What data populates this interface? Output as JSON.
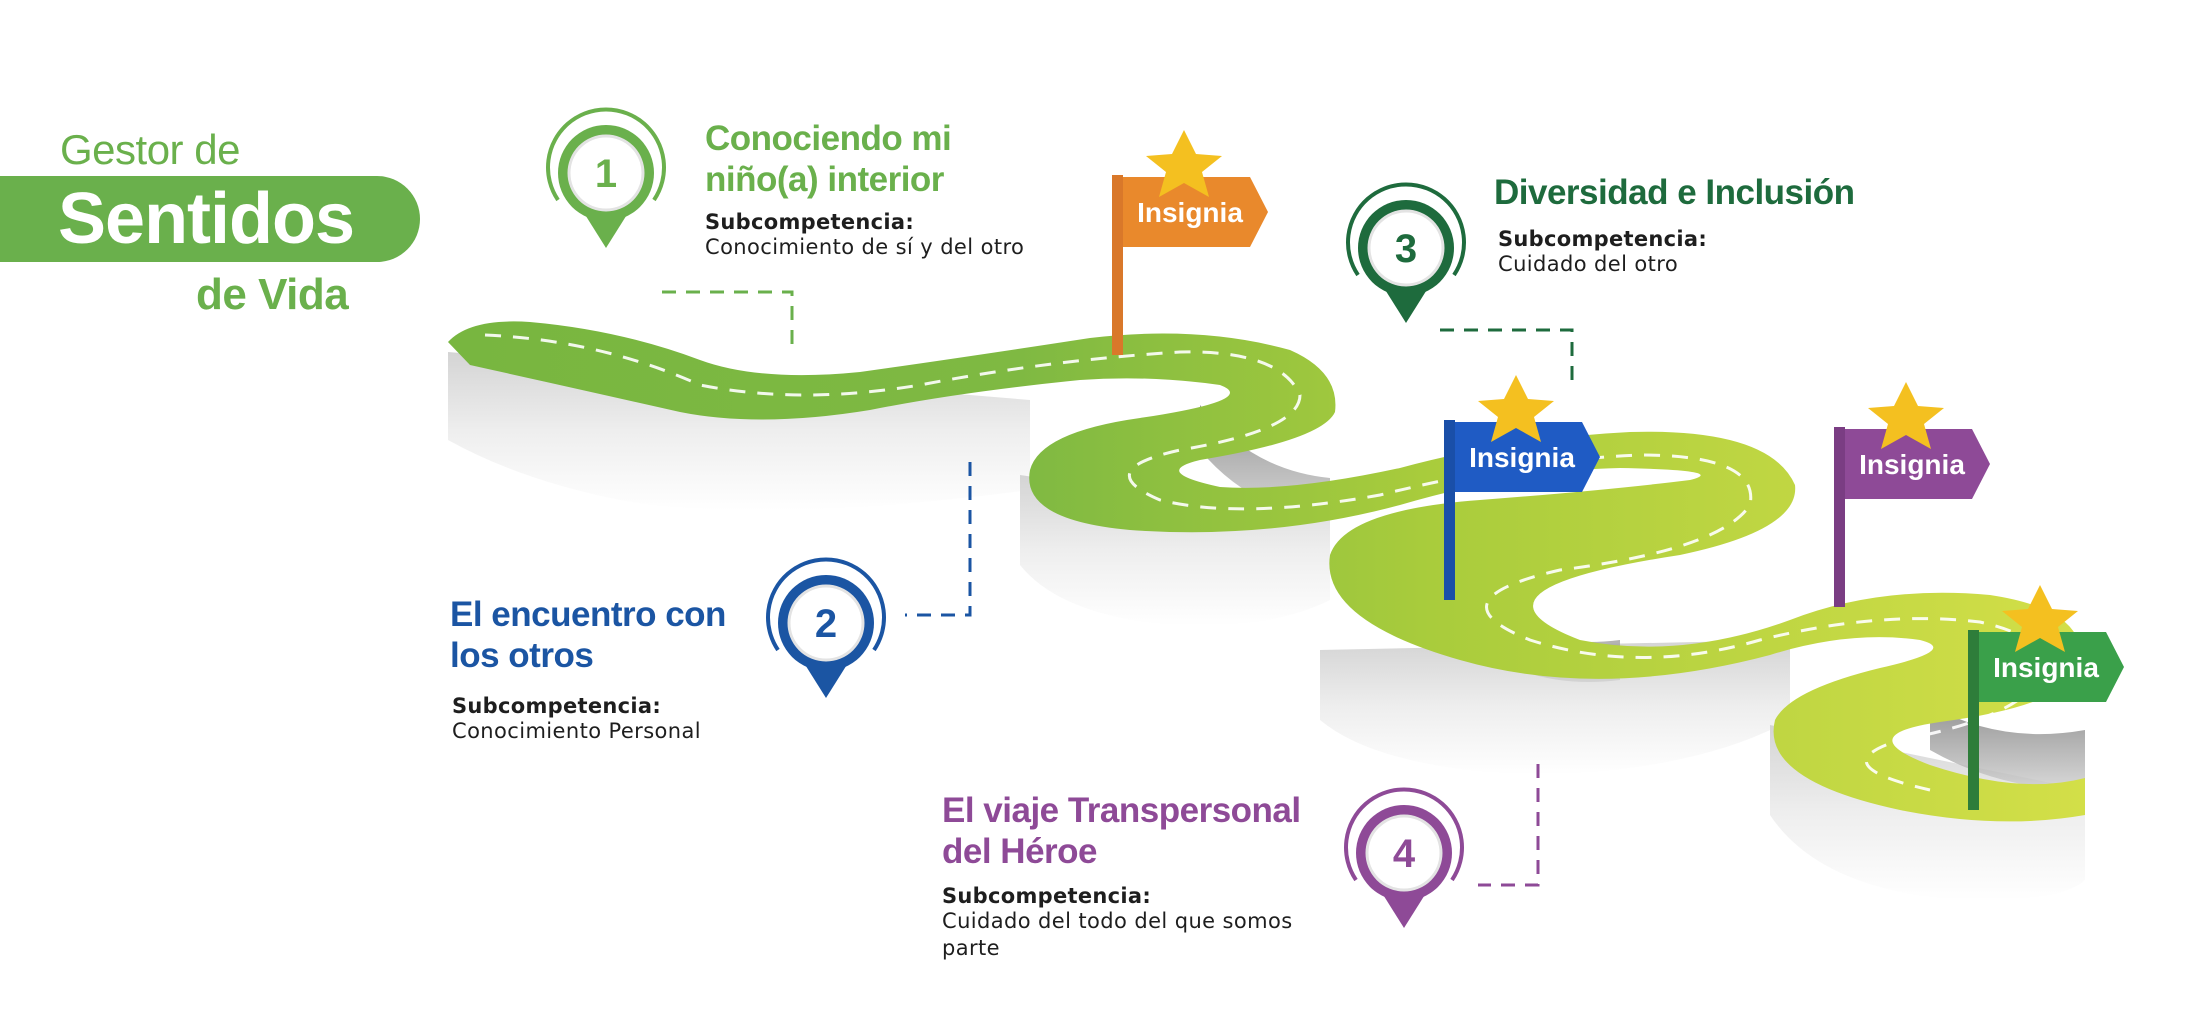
{
  "brand": {
    "line1": "Gestor de",
    "line2": "Sentidos",
    "line3": "de Vida"
  },
  "steps": [
    {
      "number": "1",
      "title_line1": "Conociendo mi",
      "title_line2": "niño(a) interior",
      "sub_label": "Subcompetencia:",
      "sub_text_line1": "Conocimiento de sí y del otro",
      "sub_text_line2": "",
      "color": "#6ab04c"
    },
    {
      "number": "2",
      "title_line1": "El encuentro con",
      "title_line2": "los otros",
      "sub_label": "Subcompetencia:",
      "sub_text_line1": "Conocimiento Personal",
      "sub_text_line2": "",
      "color": "#1b55a3"
    },
    {
      "number": "3",
      "title_line1": "Diversidad e Inclusión",
      "title_line2": "",
      "sub_label": "Subcompetencia:",
      "sub_text_line1": "Cuidado del otro",
      "sub_text_line2": "",
      "color": "#1e6b3d"
    },
    {
      "number": "4",
      "title_line1": "El viaje Transpersonal",
      "title_line2": "del Héroe",
      "sub_label": "Subcompetencia:",
      "sub_text_line1": "Cuidado del todo del que somos",
      "sub_text_line2": "parte",
      "color": "#8e4a97"
    }
  ],
  "flags": [
    {
      "label": "Insignia",
      "color": "#e9892c",
      "pole_color": "#d9782a"
    },
    {
      "label": "Insignia",
      "color": "#1f5bc4",
      "pole_color": "#1a4fa8"
    },
    {
      "label": "Insignia",
      "color": "#8e4a97",
      "pole_color": "#7a3d83"
    },
    {
      "label": "Insignia",
      "color": "#3aa04a",
      "pole_color": "#2e7d3a"
    }
  ],
  "colors": {
    "road_dark": "#79b83e",
    "road_light": "#cfe04a",
    "road_side": "#e6e6e6",
    "star": "#f4c020"
  }
}
